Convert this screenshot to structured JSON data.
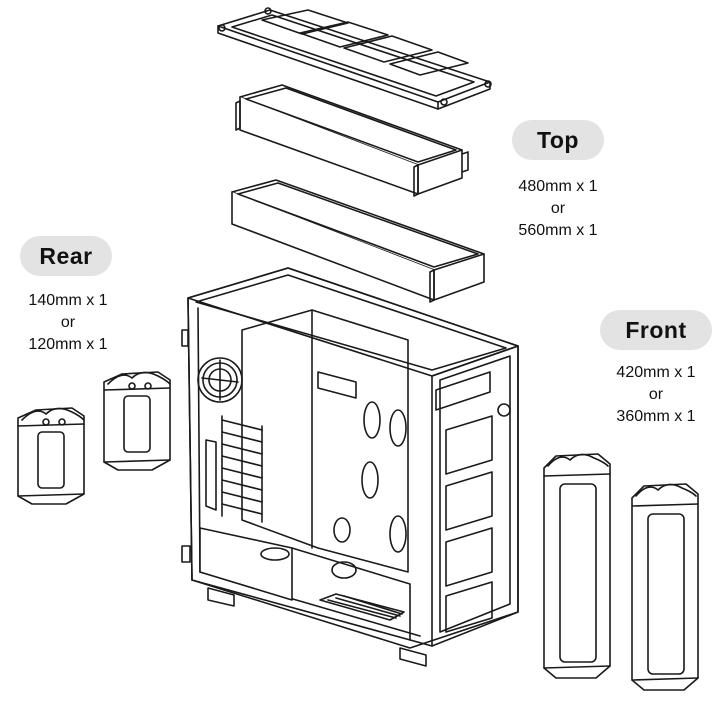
{
  "labels": {
    "top": {
      "title": "Top",
      "line1": "480mm x 1",
      "line2": "or",
      "line3": "560mm x 1"
    },
    "rear": {
      "title": "Rear",
      "line1": "140mm x 1",
      "line2": "or",
      "line3": "120mm x 1"
    },
    "front": {
      "title": "Front",
      "line1": "420mm x 1",
      "line2": "or",
      "line3": "360mm x 1"
    }
  },
  "colors": {
    "stroke": "#1a1a1a",
    "pill": "#e3e3e3",
    "background": "#ffffff"
  }
}
